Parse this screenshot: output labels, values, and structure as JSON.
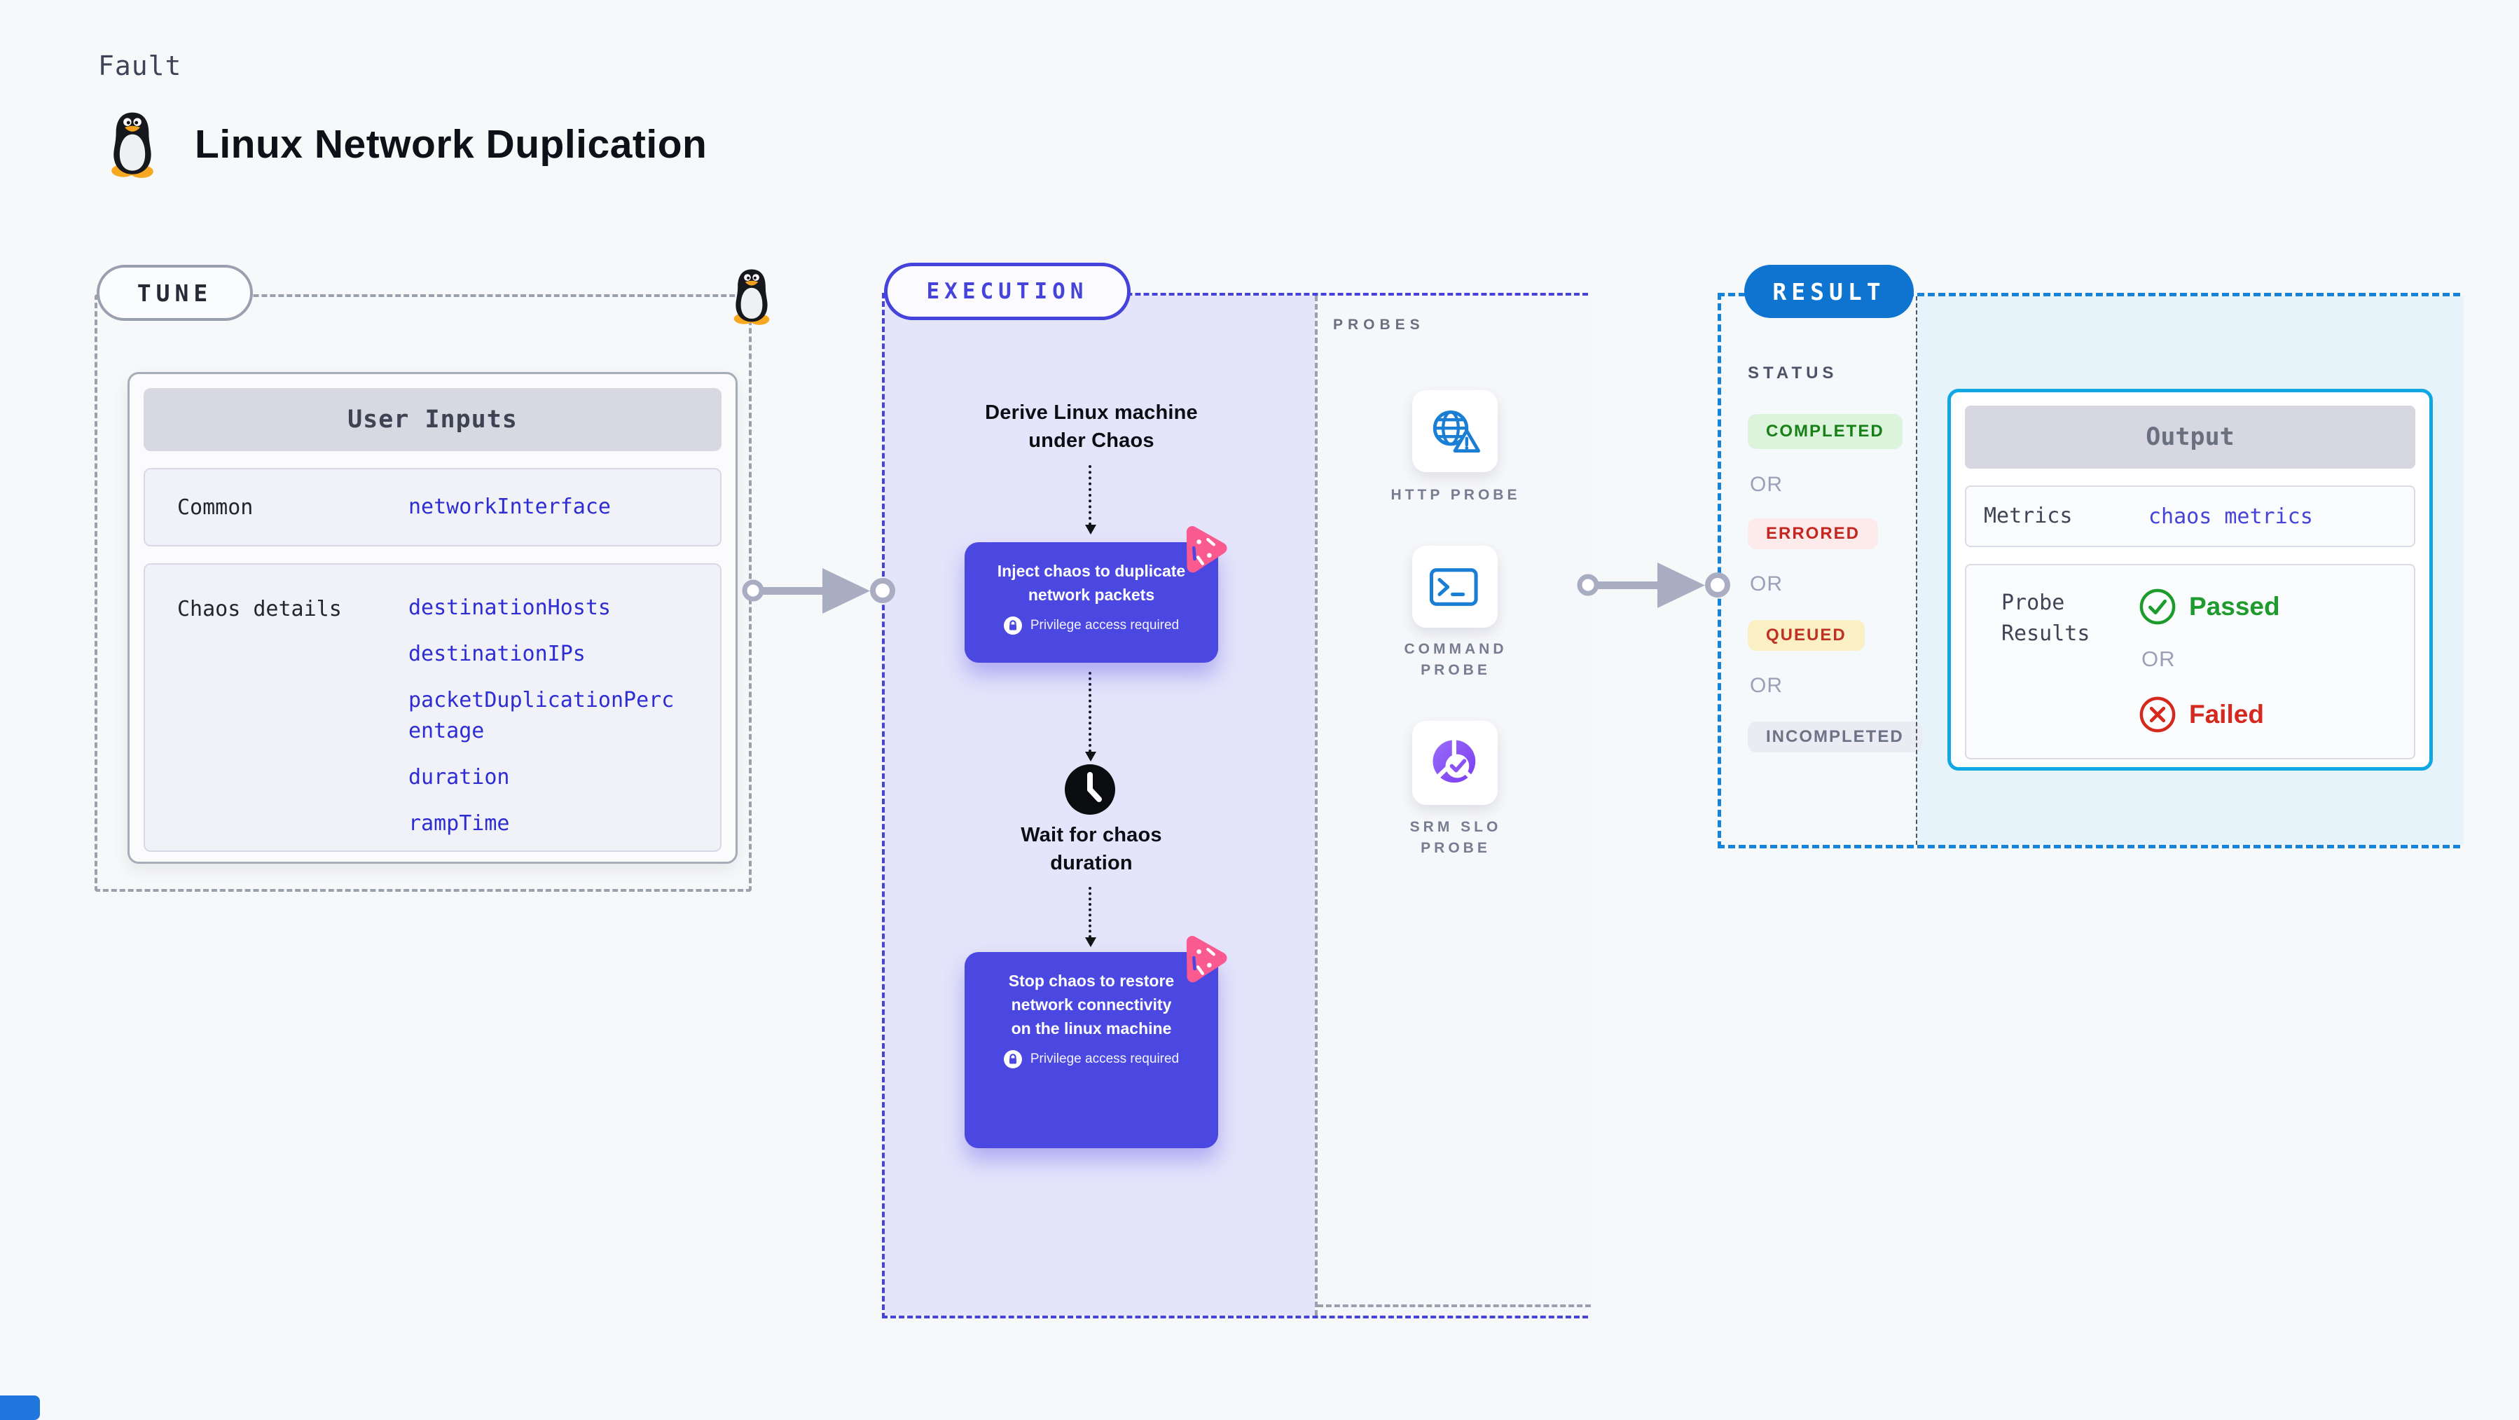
{
  "page": {
    "fault_label": "Fault",
    "title": "Linux Network Duplication"
  },
  "tune": {
    "badge": "TUNE",
    "table_title": "User Inputs",
    "rows": [
      {
        "label": "Common",
        "values": [
          "networkInterface"
        ]
      },
      {
        "label": "Chaos details",
        "values": [
          "destinationHosts",
          "destinationIPs",
          "packetDuplicationPercentage",
          "duration",
          "rampTime"
        ]
      }
    ]
  },
  "execution": {
    "badge": "EXECUTION",
    "steps": {
      "derive": "Derive Linux machine under Chaos",
      "inject": "Inject chaos to duplicate network packets",
      "wait": "Wait for chaos duration",
      "stop": "Stop chaos to restore network connectivity on the linux machine",
      "privilege_note": "Privilege access required"
    }
  },
  "probes": {
    "title": "PROBES",
    "items": [
      {
        "label": "HTTP PROBE",
        "icon": "globe-alert-icon"
      },
      {
        "label": "COMMAND PROBE",
        "icon": "terminal-icon"
      },
      {
        "label": "SRM SLO PROBE",
        "icon": "slo-pie-check-icon"
      }
    ]
  },
  "result": {
    "badge": "RESULT",
    "status_label": "STATUS",
    "or_label": "OR",
    "statuses": [
      {
        "label": "COMPLETED",
        "text_color": "#178017",
        "bg_color": "#dcf3dc"
      },
      {
        "label": "ERRORED",
        "text_color": "#c3271f",
        "bg_color": "#fcebea"
      },
      {
        "label": "QUEUED",
        "text_color": "#bf3222",
        "bg_color": "#faefc5"
      },
      {
        "label": "INCOMPLETED",
        "text_color": "#6d7386",
        "bg_color": "#ebecf3"
      }
    ],
    "output": {
      "title": "Output",
      "metrics_label": "Metrics",
      "metrics_value": "chaos metrics",
      "probe_results_label": "Probe Results",
      "passed_label": "Passed",
      "failed_label": "Failed"
    }
  },
  "colors": {
    "page_bg": "#f7f8fa",
    "accent_indigo": "#4b47e1",
    "execution_bg": "#e4e4fb",
    "link_blue": "#2d2dd3",
    "result_blue": "#0f74d0",
    "output_border_cyan": "#10a7e3",
    "output_bg": "#e7f3fb",
    "probe_icon_blue": "#1a7fd4",
    "srm_purple": "#7a3bf0",
    "pink_chaos": "#fa5a90",
    "passed_green": "#1d9b2d",
    "failed_red": "#d5281e",
    "arrow_gray": "#a9adc2"
  }
}
